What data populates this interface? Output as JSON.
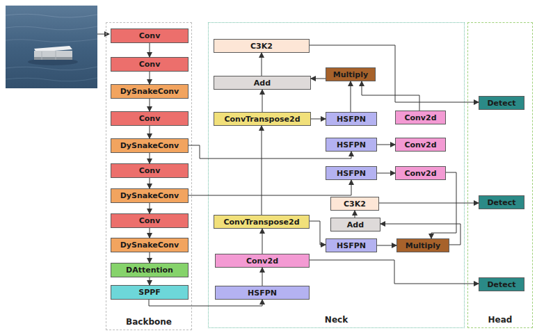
{
  "diagram": {
    "nodes": [
      {
        "text": [
          "Backbone"
        ]
      },
      {
        "text": [
          "Conv"
        ],
        "in": 0
      },
      {
        "text": [
          "Conv"
        ],
        "in": 0
      },
      {
        "text": [
          "DySnakeConv"
        ],
        "in": 0
      },
      {
        "text": [
          "Conv"
        ],
        "in": 0
      },
      {
        "text": [
          "DySnakeConv"
        ],
        "in": 0
      },
      {
        "text": [
          "Conv"
        ],
        "in": 0
      },
      {
        "text": [
          "DySnakeConv"
        ],
        "in": 0
      },
      {
        "text": [
          "Conv"
        ],
        "in": 0
      },
      {
        "text": [
          "DySnakeConv"
        ],
        "in": 0
      },
      {
        "text": [
          "DAttention"
        ],
        "in": 0
      },
      {
        "text": [
          "SPPF"
        ],
        "in": 0
      },
      {
        "text": [
          "Neck"
        ]
      },
      {
        "text": [
          "C3K2"
        ],
        "in": 12
      },
      {
        "text": [
          "Multiply"
        ],
        "in": 12
      },
      {
        "text": [
          "Add"
        ],
        "in": 12
      },
      {
        "text": [
          "ConvTranspose2d"
        ],
        "in": 12
      },
      {
        "text": [
          "HSFPN"
        ],
        "in": 12
      },
      {
        "text": [
          "Conv2d"
        ],
        "in": 12
      },
      {
        "text": [
          "HSFPN"
        ],
        "in": 12
      },
      {
        "text": [
          "Conv2d"
        ],
        "in": 12
      },
      {
        "text": [
          "HSFPN"
        ],
        "in": 12
      },
      {
        "text": [
          "Conv2d"
        ],
        "in": 12
      },
      {
        "text": [
          "C3K2"
        ],
        "in": 12
      },
      {
        "text": [
          "Add"
        ],
        "in": 12
      },
      {
        "text": [
          "ConvTranspose2d"
        ],
        "in": 12
      },
      {
        "text": [
          "HSFPN"
        ],
        "in": 12
      },
      {
        "text": [
          "Multiply"
        ],
        "in": 12
      },
      {
        "text": [
          "Conv2d"
        ],
        "in": 12
      },
      {
        "text": [
          "HSFPN"
        ],
        "in": 12
      },
      {
        "text": [
          "Head"
        ]
      },
      {
        "text": [
          "Detect"
        ],
        "in": 30
      },
      {
        "text": [
          "Detect"
        ],
        "in": 30
      },
      {
        "text": [
          "Detect"
        ],
        "in": 30
      }
    ],
    "edges": [
      {
        "from": 1,
        "to": 2,
        "arrow": "to"
      },
      {
        "from": 2,
        "to": 3,
        "arrow": "to"
      },
      {
        "from": 3,
        "to": 4,
        "arrow": "to"
      },
      {
        "from": 4,
        "to": 5,
        "arrow": "to"
      },
      {
        "from": 5,
        "to": 6,
        "arrow": "to"
      },
      {
        "from": 6,
        "to": 7,
        "arrow": "to"
      },
      {
        "from": 7,
        "to": 8,
        "arrow": "to"
      },
      {
        "from": 8,
        "to": 9,
        "arrow": "to"
      },
      {
        "from": 9,
        "to": 10,
        "arrow": "to"
      },
      {
        "from": 10,
        "to": 11,
        "arrow": "to"
      },
      {
        "from": 11,
        "to": 29,
        "arrow": "to"
      },
      {
        "from": 29,
        "to": 28,
        "arrow": "to"
      },
      {
        "from": 28,
        "to": 25,
        "arrow": "to"
      },
      {
        "from": 28,
        "to": 33,
        "arrow": "to"
      },
      {
        "from": 25,
        "to": 16,
        "arrow": "to"
      },
      {
        "from": 25,
        "to": 26,
        "arrow": "to"
      },
      {
        "from": 26,
        "to": 27,
        "arrow": "to"
      },
      {
        "from": 22,
        "to": 27,
        "arrow": "to"
      },
      {
        "from": 27,
        "to": 24,
        "arrow": "to"
      },
      {
        "from": 24,
        "to": 23,
        "arrow": "to"
      },
      {
        "from": 23,
        "to": 32,
        "arrow": "to"
      },
      {
        "from": 7,
        "to": 21,
        "arrow": "to"
      },
      {
        "from": 21,
        "to": 22,
        "arrow": "to"
      },
      {
        "from": 5,
        "to": 19,
        "arrow": "to"
      },
      {
        "from": 19,
        "to": 20,
        "arrow": "to"
      },
      {
        "from": 16,
        "to": 17,
        "arrow": "to"
      },
      {
        "from": 17,
        "to": 14,
        "arrow": "to"
      },
      {
        "from": 18,
        "to": 14,
        "arrow": "to"
      },
      {
        "from": 14,
        "to": 15,
        "arrow": "to"
      },
      {
        "from": 16,
        "to": 15,
        "arrow": "to"
      },
      {
        "from": 15,
        "to": 13,
        "arrow": "to"
      },
      {
        "from": 13,
        "to": 31,
        "arrow": "to"
      }
    ]
  }
}
